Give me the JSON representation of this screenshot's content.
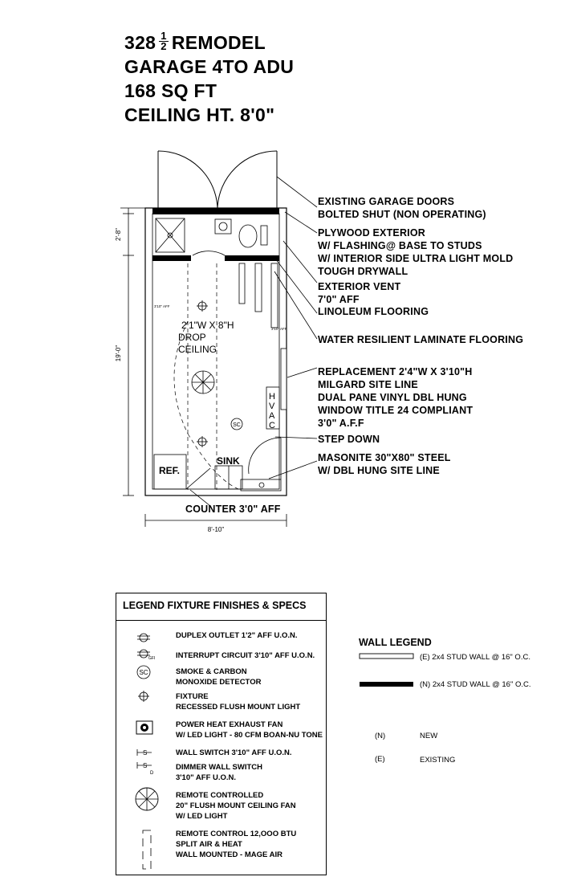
{
  "title": {
    "line1_prefix": "328",
    "fraction_num": "1",
    "fraction_den": "2",
    "line1_suffix": "REMODEL",
    "line2": "GARAGE 4TO ADU",
    "line3": "168 SQ FT",
    "line4": "CEILING HT. 8'0\""
  },
  "dimensions": {
    "left_top": "2'-8\"",
    "left_main": "19'-0\"",
    "bottom": "8'-10\""
  },
  "plan_labels": {
    "drop_ceiling": [
      "2'1\"W X 8\"H",
      "DROP",
      "CEILING"
    ],
    "hvac": [
      "H",
      "V",
      "A",
      "C"
    ],
    "sink": "SINK",
    "ref": "REF.",
    "sc": "SC",
    "outlet_note_1": "3'10\" AFF",
    "outlet_note_2": "3'10\" AFF"
  },
  "callouts": {
    "garage_doors": [
      "EXISTING GARAGE DOORS",
      "BOLTED SHUT (NON OPERATING)"
    ],
    "plywood": [
      "PLYWOOD EXTERIOR",
      "W/ FLASHING@ BASE TO STUDS",
      "W/ INTERIOR SIDE ULTRA LIGHT MOLD",
      "TOUGH DRYWALL"
    ],
    "vent": [
      "EXTERIOR VENT",
      "7'0\" AFF"
    ],
    "linoleum": "LINOLEUM FLOORING",
    "laminate": "WATER RESILIENT LAMINATE FLOORING",
    "window": [
      "REPLACEMENT 2'4\"W X 3'10\"H",
      "MILGARD  SITE LINE",
      "DUAL PANE VINYL DBL HUNG",
      "WINDOW TITLE 24 COMPLIANT",
      "3'0\" A.F.F"
    ],
    "step_down": "STEP DOWN",
    "door": [
      "MASONITE 30\"X80\" STEEL",
      "W/ DBL HUNG SITE LINE"
    ],
    "counter": "COUNTER 3'0\" AFF"
  },
  "legend": {
    "title": "LEGEND FIXTURE FINISHES & SPECS",
    "items": [
      {
        "icon": "duplex-outlet-icon",
        "lines": [
          "DUPLEX OUTLET 1'2\" AFF U.O.N."
        ]
      },
      {
        "icon": "interrupt-circuit-icon",
        "lines": [
          "INTERRUPT CIRCUIT 3'10\" AFF U.O.N."
        ]
      },
      {
        "icon": "smoke-carbon-detector-icon",
        "lines": [
          "SMOKE & CARBON",
          "MONOXIDE DETECTOR"
        ]
      },
      {
        "icon": "recessed-light-icon",
        "lines": [
          "FIXTURE",
          "RECESSED FLUSH MOUNT LIGHT"
        ]
      },
      {
        "icon": "exhaust-fan-icon",
        "lines": [
          "POWER HEAT EXHAUST FAN",
          "W/ LED LIGHT - 80 CFM BOAN-NU TONE"
        ]
      },
      {
        "icon": "wall-switch-icon",
        "lines": [
          "WALL SWITCH 3'10\" AFF U.O.N."
        ]
      },
      {
        "icon": "dimmer-switch-icon",
        "lines": [
          "DIMMER WALL SWITCH",
          "3'10\" AFF U.O.N."
        ]
      },
      {
        "icon": "ceiling-fan-icon",
        "lines": [
          "REMOTE CONTROLLED",
          "20\" FLUSH MOUNT CEILING FAN",
          "W/ LED LIGHT"
        ]
      },
      {
        "icon": "split-air-unit-icon",
        "lines": [
          "REMOTE CONTROL 12,OOO BTU",
          "SPLIT AIR & HEAT",
          "WALL MOUNTED - MAGE AIR"
        ]
      }
    ],
    "icon_labels": {
      "sc": "SC",
      "gfi": "GFI",
      "switch_s": "S",
      "dimmer_d": "D"
    }
  },
  "wall_legend": {
    "title": "WALL LEGEND",
    "existing": "(E) 2x4 STUD WALL @ 16\" O.C.",
    "new": "(N) 2x4 STUD WALL @ 16\" O.C.",
    "abbr_n": "(N)",
    "abbr_n_text": "NEW",
    "abbr_e": "(E)",
    "abbr_e_text": "EXISTING"
  }
}
